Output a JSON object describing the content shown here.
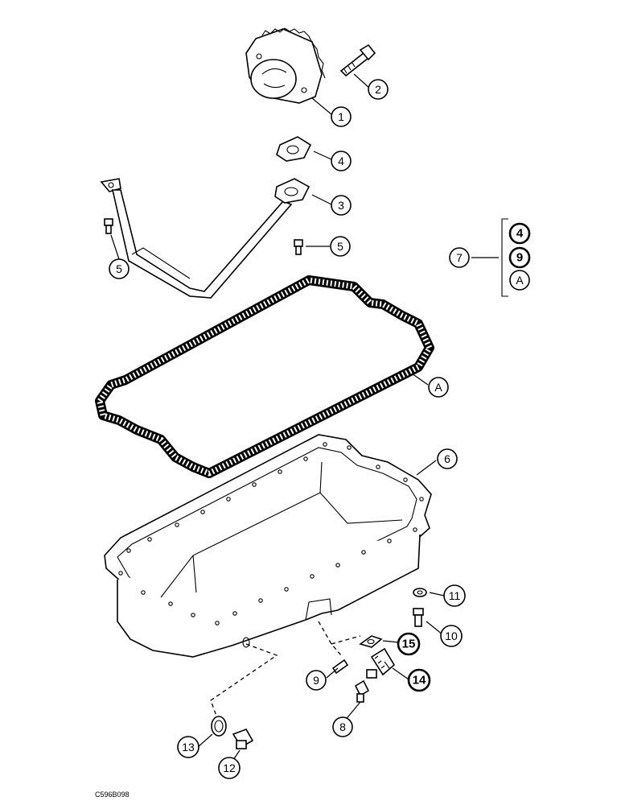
{
  "callouts": [
    {
      "id": "c1",
      "label": "1",
      "bold": false
    },
    {
      "id": "c2",
      "label": "2",
      "bold": false
    },
    {
      "id": "c3",
      "label": "3",
      "bold": false
    },
    {
      "id": "c4",
      "label": "4",
      "bold": false
    },
    {
      "id": "c5a",
      "label": "5",
      "bold": false
    },
    {
      "id": "c5b",
      "label": "5",
      "bold": false
    },
    {
      "id": "c6",
      "label": "6",
      "bold": false
    },
    {
      "id": "c7",
      "label": "7",
      "bold": false
    },
    {
      "id": "cA",
      "label": "A",
      "bold": false
    },
    {
      "id": "c8",
      "label": "8",
      "bold": false
    },
    {
      "id": "c9",
      "label": "9",
      "bold": false
    },
    {
      "id": "c10",
      "label": "10",
      "bold": false
    },
    {
      "id": "c11",
      "label": "11",
      "bold": false
    },
    {
      "id": "c12",
      "label": "12",
      "bold": false
    },
    {
      "id": "c13",
      "label": "13",
      "bold": false
    },
    {
      "id": "c14",
      "label": "14",
      "bold": true
    },
    {
      "id": "c15",
      "label": "15",
      "bold": true
    }
  ],
  "kit_legend": {
    "kit_label": "7",
    "items": [
      "4",
      "9",
      "A"
    ]
  },
  "drawing_code": "C596B098"
}
